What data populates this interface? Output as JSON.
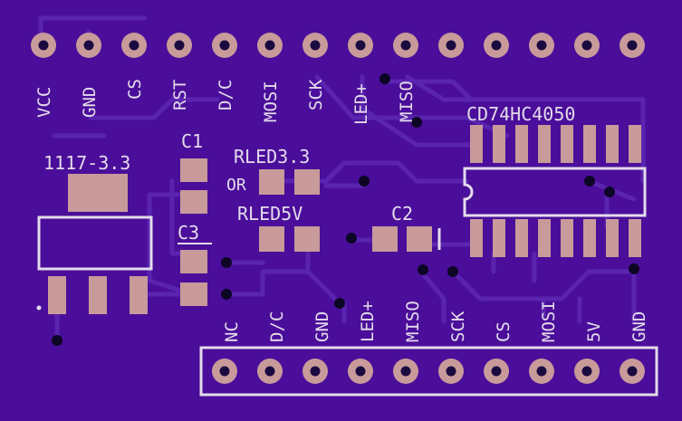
{
  "colors": {
    "board": "#4a0e9a",
    "board_edge": "#3a0a80",
    "trace": "#5a24b0",
    "silkscreen": "#e4dbea",
    "pad": "#c89a9a",
    "pad_hole": "#1a0a40",
    "via_hole": "#0c0624"
  },
  "top_header": {
    "labels": [
      "VCC",
      "GND",
      "CS",
      "RST",
      "D/C",
      "MOSI",
      "SCK",
      "LED+",
      "MISO"
    ]
  },
  "bottom_header": {
    "labels": [
      "NC",
      "D/C",
      "GND",
      "LED+",
      "MISO",
      "SCK",
      "CS",
      "MOSI",
      "5V",
      "GND"
    ]
  },
  "components": {
    "regulator": "1117-3.3",
    "c1": "C1",
    "c2": "C2",
    "c3": "C3",
    "rled33": "RLED3.3",
    "or_text": "OR",
    "rled5v": "RLED5V",
    "ic": "CD74HC4050"
  }
}
